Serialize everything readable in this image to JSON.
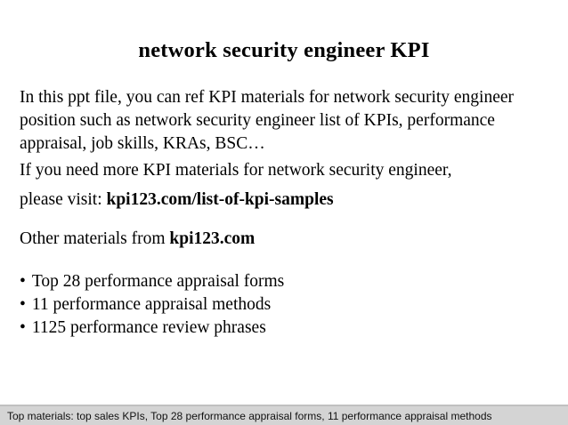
{
  "slide": {
    "title": "network security engineer KPI",
    "paragraphs": {
      "intro": "In this ppt file, you can ref KPI materials for network security engineer position such as network security engineer list of KPIs, performance appraisal, job skills, KRAs, BSC…",
      "more": "If you need more KPI materials for network security engineer,",
      "visit_prefix": "please visit: ",
      "visit_link": "kpi123.com/list-of-kpi-samples",
      "other_prefix": "Other materials from ",
      "other_link": "kpi123.com"
    },
    "bullet_char": "•",
    "bullets": [
      "Top 28 performance appraisal forms",
      "11 performance appraisal methods",
      "1125 performance review phrases"
    ]
  },
  "footer": {
    "text": "Top materials: top sales KPIs, Top 28 performance appraisal forms, 11 performance appraisal methods"
  },
  "colors": {
    "page_bg": "#ffffff",
    "text": "#000000",
    "footer_bg": "#d4d4d4",
    "footer_border": "#c0c0c0"
  }
}
